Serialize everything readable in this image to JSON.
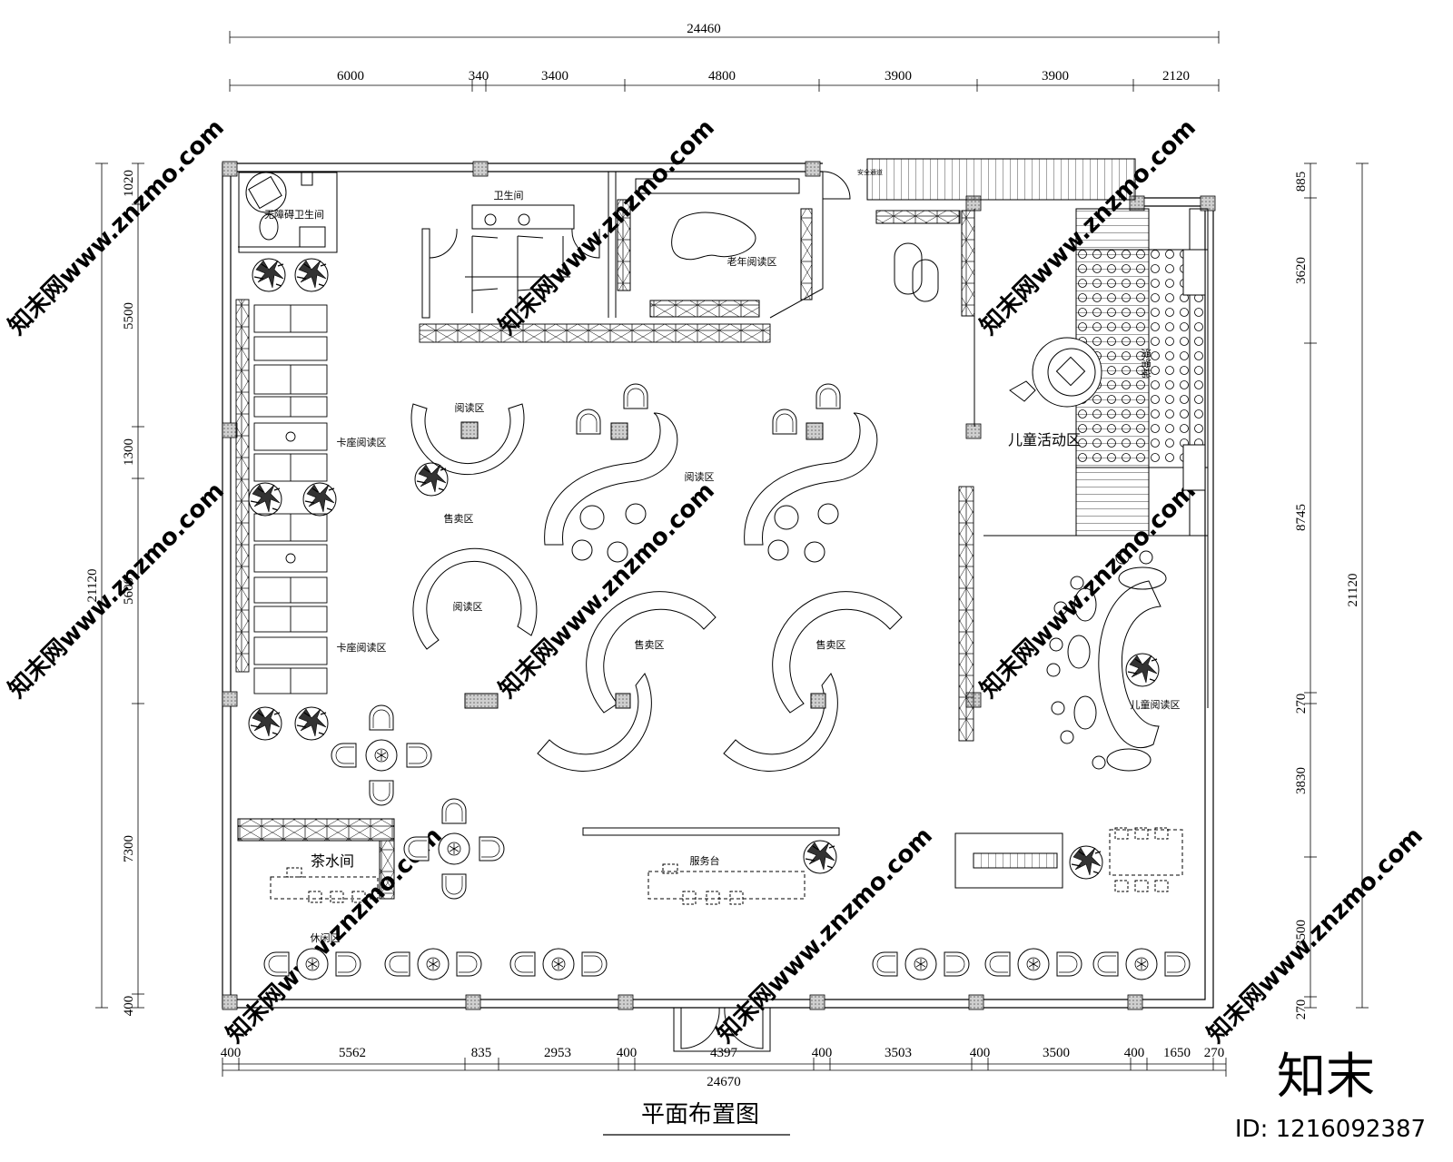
{
  "drawing": {
    "title": "平面布置图",
    "stamp_logo": "知末",
    "stamp_id": "ID: 1216092387",
    "watermark": "知末网www.znzmo.com"
  },
  "dimensions": {
    "top_total": "24460",
    "top_segments": [
      "6000",
      "340",
      "3400",
      "4800",
      "3900",
      "3900",
      "2120"
    ],
    "bottom_total": "24670",
    "bottom_segments": [
      "400",
      "5562",
      "835",
      "2953",
      "400",
      "4397",
      "400",
      "3503",
      "400",
      "3500",
      "400",
      "1650",
      "270"
    ],
    "left_total": "21120",
    "left_segments": [
      "1020",
      "5500",
      "1300",
      "5600",
      "7300",
      "400"
    ],
    "right_total": "21120",
    "right_segments": [
      "885",
      "3620",
      "8745",
      "270",
      "3830",
      "3500",
      "270"
    ]
  },
  "rooms": {
    "accessible_wc": "无障碍卫生间",
    "wc": "卫生间",
    "senior_reading": "老年阅读区",
    "safety_exit": "安全通道",
    "booth_reading_1": "卡座阅读区",
    "booth_reading_2": "卡座阅读区",
    "reading_1": "阅读区",
    "reading_2": "阅读区",
    "reading_3": "阅读区",
    "sales_1": "售卖区",
    "sales_2": "售卖区",
    "sales_3": "售卖区",
    "kids_activity": "儿童活动区",
    "kids_reading": "儿童阅读区",
    "slide": "滑滑梯",
    "tea_room": "茶水间",
    "service_desk": "服务台",
    "leisure": "休闲区"
  }
}
